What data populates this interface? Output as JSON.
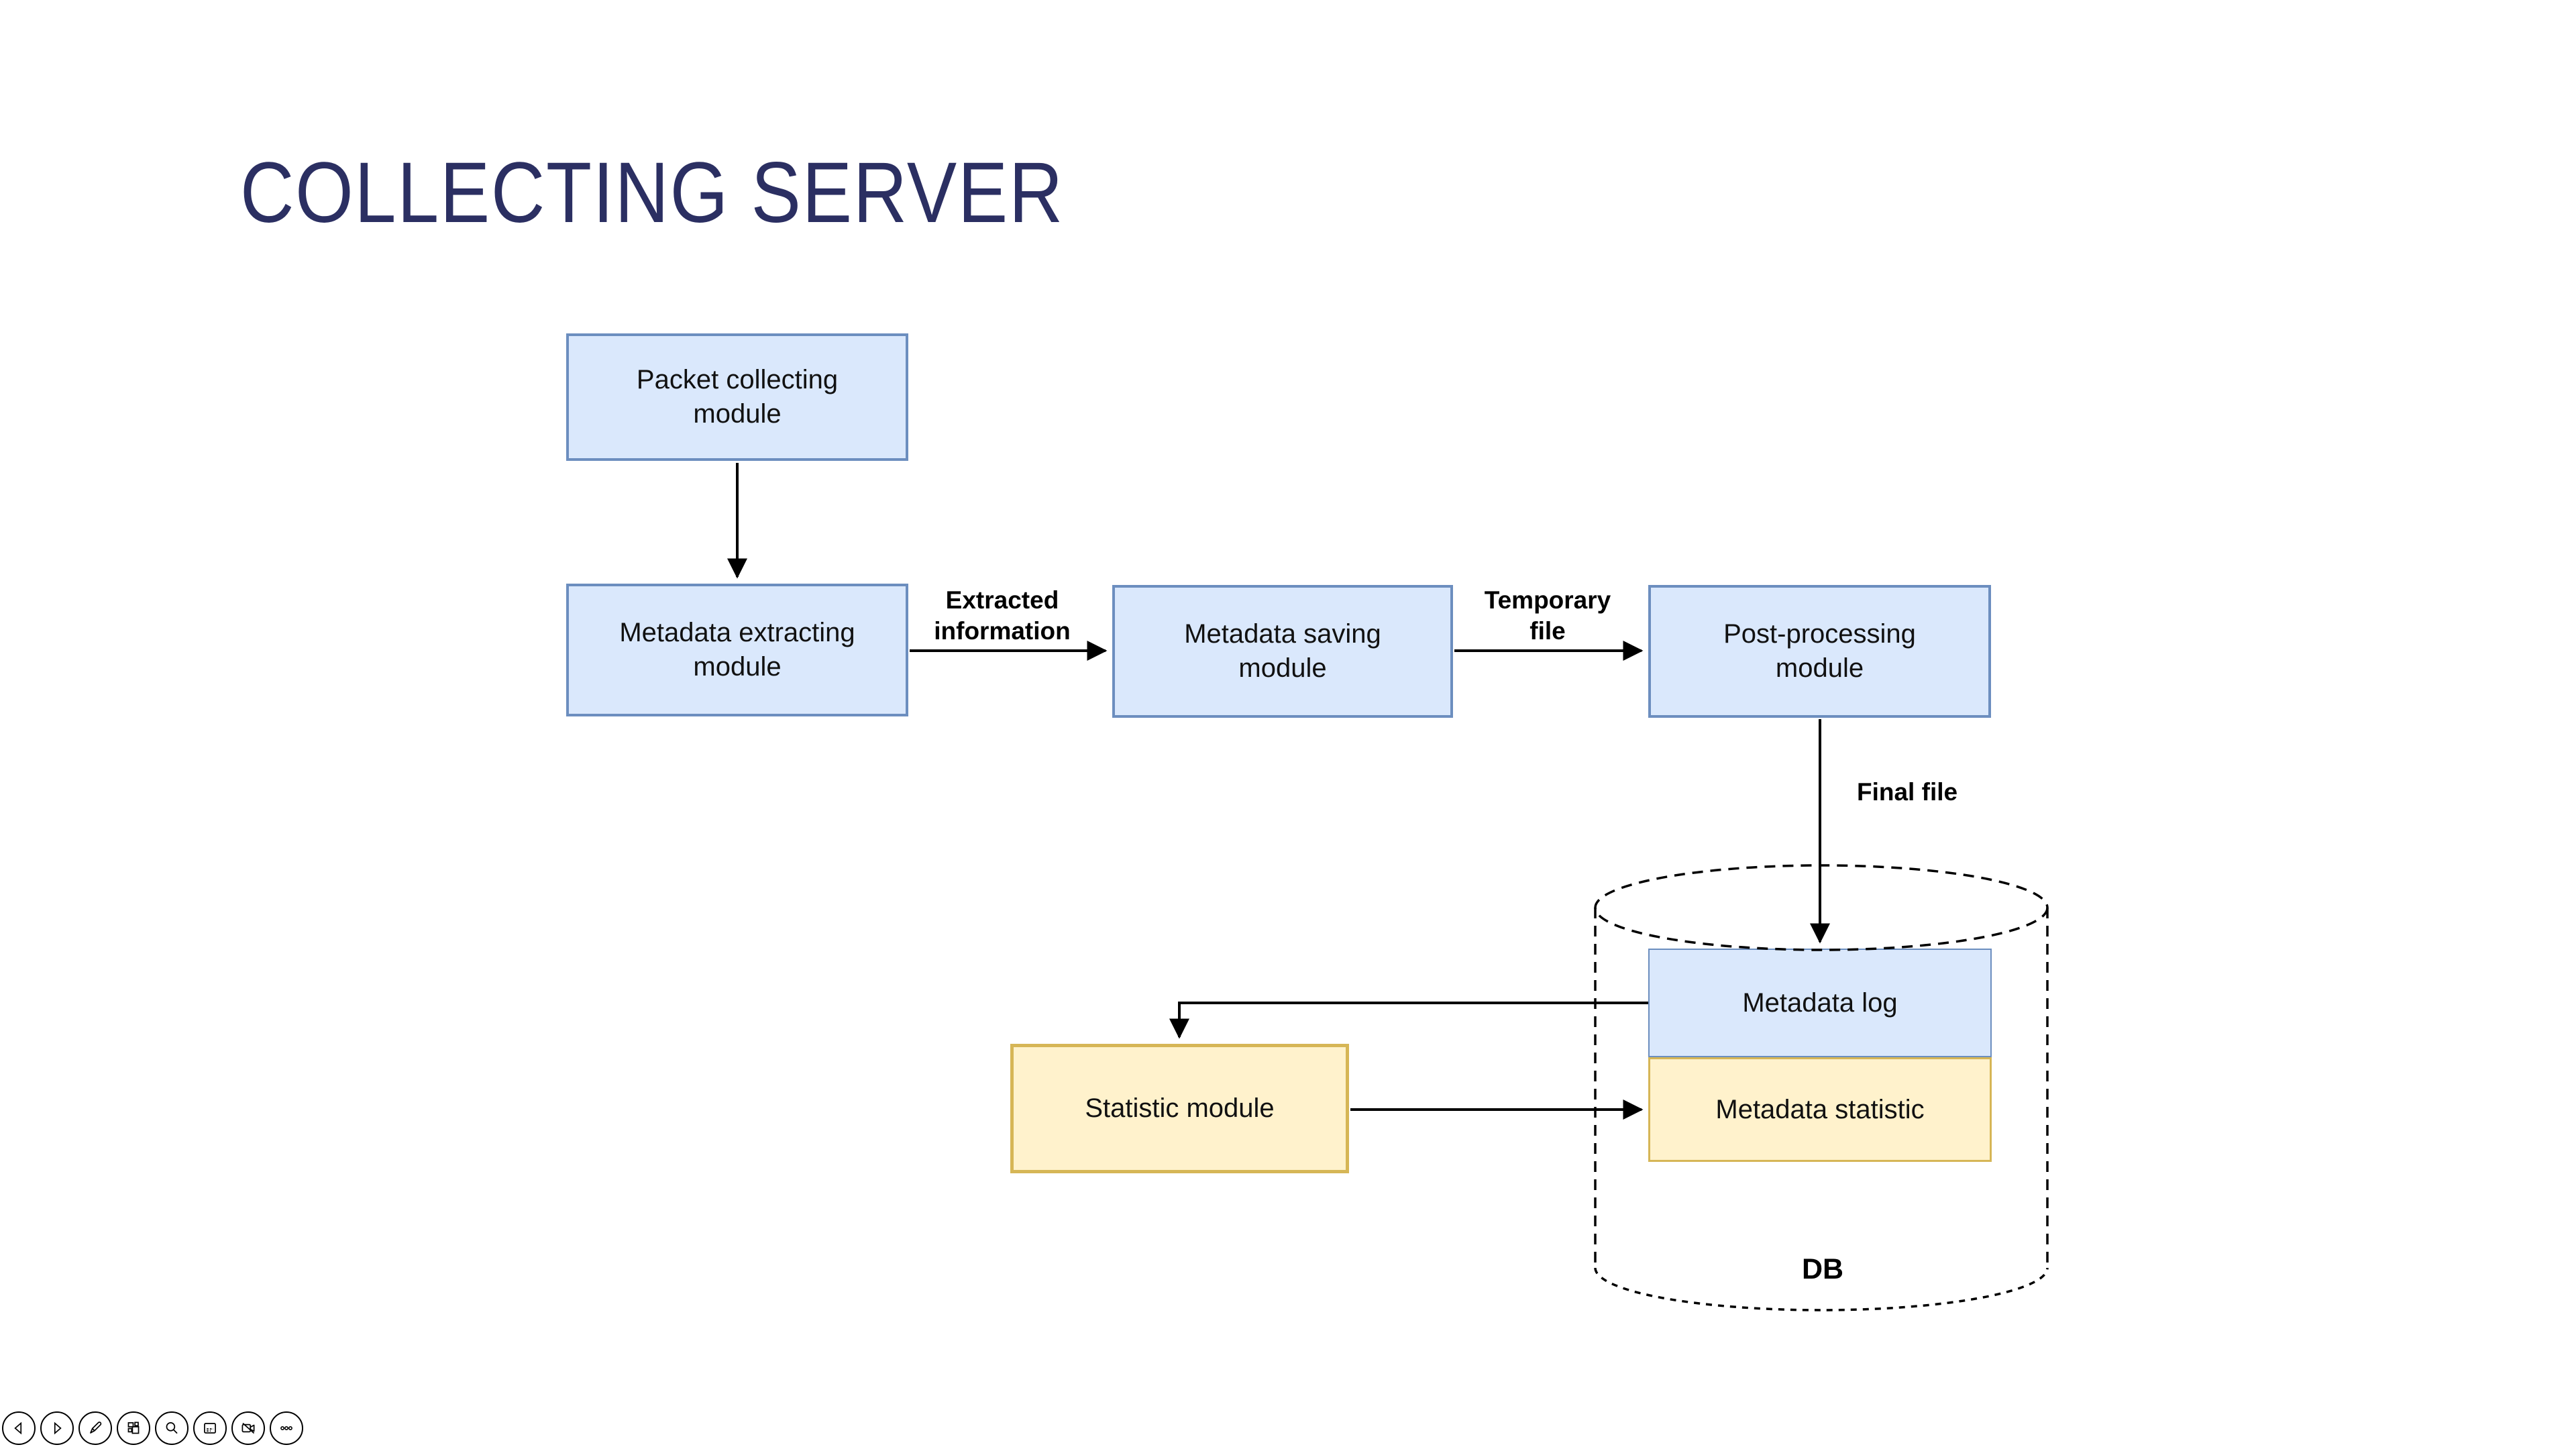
{
  "slide": {
    "title": "COLLECTING SERVER"
  },
  "colors": {
    "background": "#ffffff",
    "title_text": "#2b2f62",
    "blue_fill": "#dae8fc",
    "blue_border": "#6c8ebf",
    "yellow_fill": "#fff2cc",
    "yellow_border": "#d6b656",
    "connector": "#000000",
    "toolbar": "#cccccc"
  },
  "diagram": {
    "nodes": [
      {
        "id": "packet-collecting",
        "label": "Packet collecting module",
        "palette": "blue"
      },
      {
        "id": "metadata-extracting",
        "label": "Metadata extracting module",
        "palette": "blue"
      },
      {
        "id": "metadata-saving",
        "label": "Metadata saving module",
        "palette": "blue"
      },
      {
        "id": "post-processing",
        "label": "Post-processing module",
        "palette": "blue"
      },
      {
        "id": "statistic-module",
        "label": "Statistic module",
        "palette": "yellow"
      },
      {
        "id": "metadata-log",
        "label": "Metadata log",
        "palette": "blue"
      },
      {
        "id": "metadata-statistic",
        "label": "Metadata statistic",
        "palette": "yellow"
      }
    ],
    "edges": [
      {
        "from": "packet-collecting",
        "to": "metadata-extracting",
        "label": ""
      },
      {
        "from": "metadata-extracting",
        "to": "metadata-saving",
        "label": "Extracted information"
      },
      {
        "from": "metadata-saving",
        "to": "post-processing",
        "label": "Temporary file"
      },
      {
        "from": "post-processing",
        "to": "metadata-log",
        "label": "Final file"
      },
      {
        "from": "metadata-log",
        "to": "statistic-module",
        "label": ""
      },
      {
        "from": "statistic-module",
        "to": "metadata-statistic",
        "label": ""
      }
    ],
    "database": {
      "label": "DB"
    }
  },
  "toolbar": {
    "buttons": [
      {
        "label": "Previous"
      },
      {
        "label": "Next"
      },
      {
        "label": "Pen"
      },
      {
        "label": "Slides"
      },
      {
        "label": "Zoom"
      },
      {
        "label": "Notes"
      },
      {
        "label": "Camera off"
      },
      {
        "label": "More options"
      }
    ]
  }
}
